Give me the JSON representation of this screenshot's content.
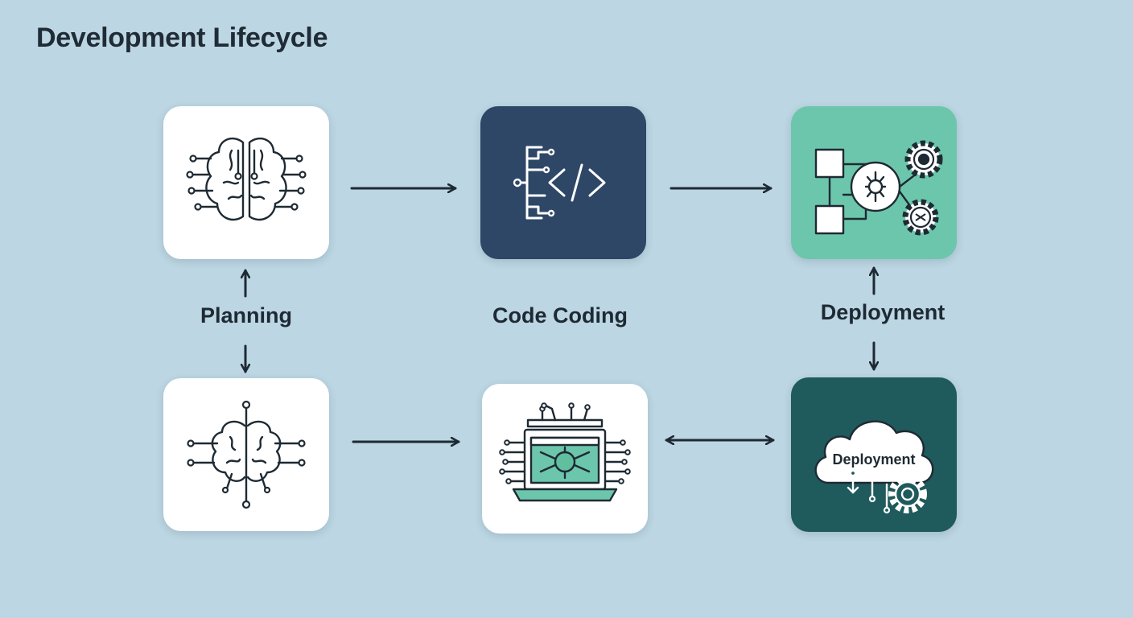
{
  "diagram": {
    "title": "Development Lifecycle",
    "labels": {
      "planning": "Planning",
      "coding": "Code Coding",
      "deployment": "Deployment"
    },
    "cloud_text": "Deployment",
    "colors": {
      "background": "#bcd6e3",
      "white_card": "#ffffff",
      "navy_card": "#2e4766",
      "mint_card": "#6cc6ac",
      "teal_card": "#1f5a5c",
      "line": "#1e2a33",
      "accent": "#5fbf9f"
    },
    "icons": {
      "planning_top": "brain-circuit-icon",
      "coding": "code-tag-icon",
      "testing": "bug-gears-icon",
      "planning_bottom": "brain-network-icon",
      "development": "laptop-chip-icon",
      "deployment": "cloud-gear-icon"
    }
  }
}
